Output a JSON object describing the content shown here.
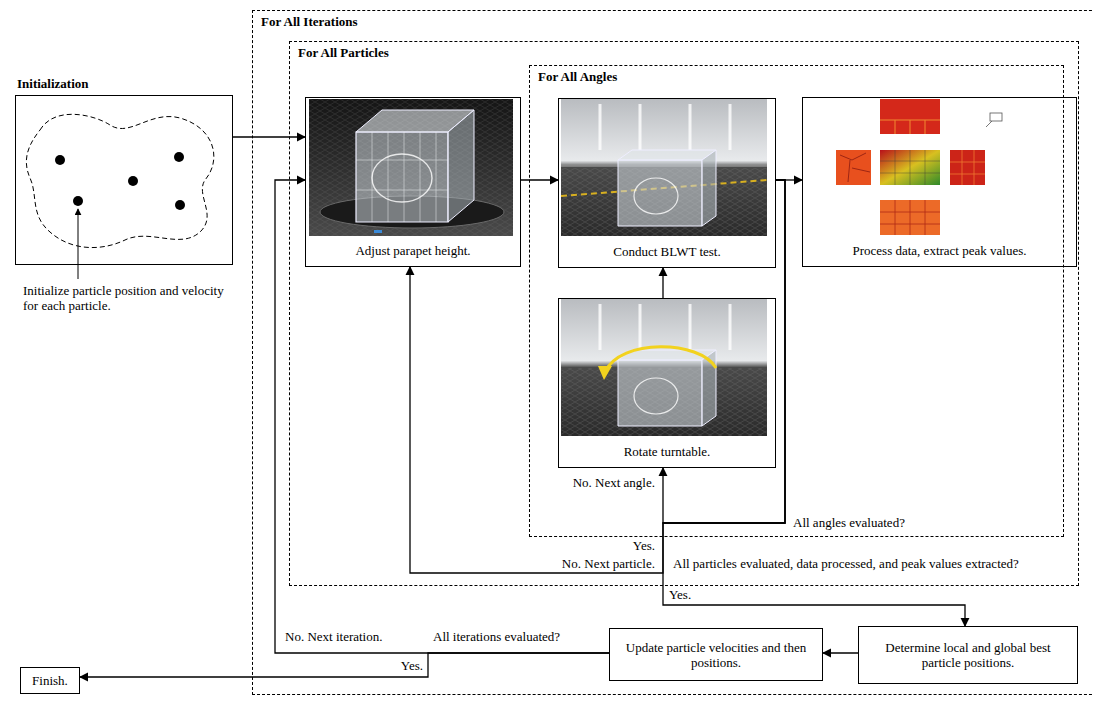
{
  "diagram": {
    "nodes": [
      {
        "text": [
          "For All Iterations"
        ]
      },
      {
        "text": [
          "For All Particles"
        ],
        "in": 0
      },
      {
        "text": [
          "For All Angles"
        ],
        "in": 1
      },
      {
        "text": [
          "Initialization"
        ]
      },
      {
        "text": [
          "Adjust parapet height."
        ],
        "in": 1
      },
      {
        "text": [
          "Conduct BLWT test."
        ],
        "in": 2
      },
      {
        "text": [
          "Rotate turntable."
        ],
        "in": 2
      },
      {
        "text": [
          "Process data, extract peak values."
        ],
        "in": 1
      },
      {
        "text": [
          "Determine local and global best particle positions."
        ],
        "in": 0
      },
      {
        "text": [
          "Update particle velocities and then positions."
        ],
        "in": 0
      },
      {
        "text": [
          "Finish."
        ]
      }
    ],
    "edges": [
      {
        "from": 3,
        "to": 4,
        "arrow": "to"
      },
      {
        "from": 4,
        "to": 5,
        "arrow": "to"
      },
      {
        "from": 5,
        "to": 7,
        "arrow": "to"
      },
      {
        "from": 6,
        "to": 5,
        "arrow": "to"
      },
      {
        "from": 5,
        "to": 6,
        "label": "No. Next angle.",
        "arrow": "to"
      },
      {
        "from": 5,
        "to": 4,
        "label": "No. Next particle.",
        "arrow": "to"
      },
      {
        "from": 5,
        "to": 8,
        "label": "Yes.",
        "arrow": "to"
      },
      {
        "from": 8,
        "to": 9,
        "arrow": "to"
      },
      {
        "from": 9,
        "to": 4,
        "label": "No. Next iteration.",
        "arrow": "to"
      },
      {
        "from": 9,
        "to": 10,
        "label": "Yes.",
        "arrow": "to"
      }
    ],
    "labels": [
      "Initialize particle position and velocity for each particle.",
      "All angles evaluated?",
      "Yes.",
      "All particles evaluated, data processed, and peak values extracted?",
      "All iterations evaluated?"
    ]
  }
}
